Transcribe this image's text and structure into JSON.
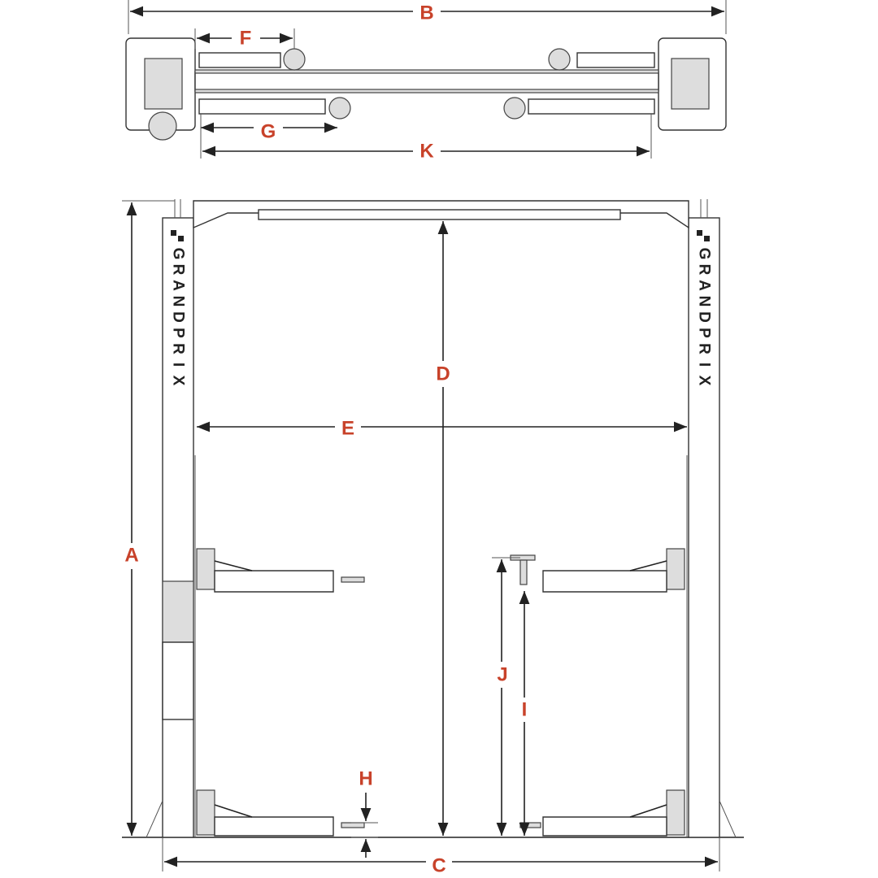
{
  "brand": {
    "name": "GRANDPRIX",
    "letters": [
      "G",
      "R",
      "A",
      "N",
      "D",
      "P",
      "R",
      "I",
      "X"
    ]
  },
  "dimension_labels": {
    "A": "A",
    "B": "B",
    "C": "C",
    "D": "D",
    "E": "E",
    "F": "F",
    "G": "G",
    "H": "H",
    "I": "I",
    "J": "J",
    "K": "K"
  },
  "colors": {
    "label": "#c8422a",
    "line": "#222222"
  }
}
